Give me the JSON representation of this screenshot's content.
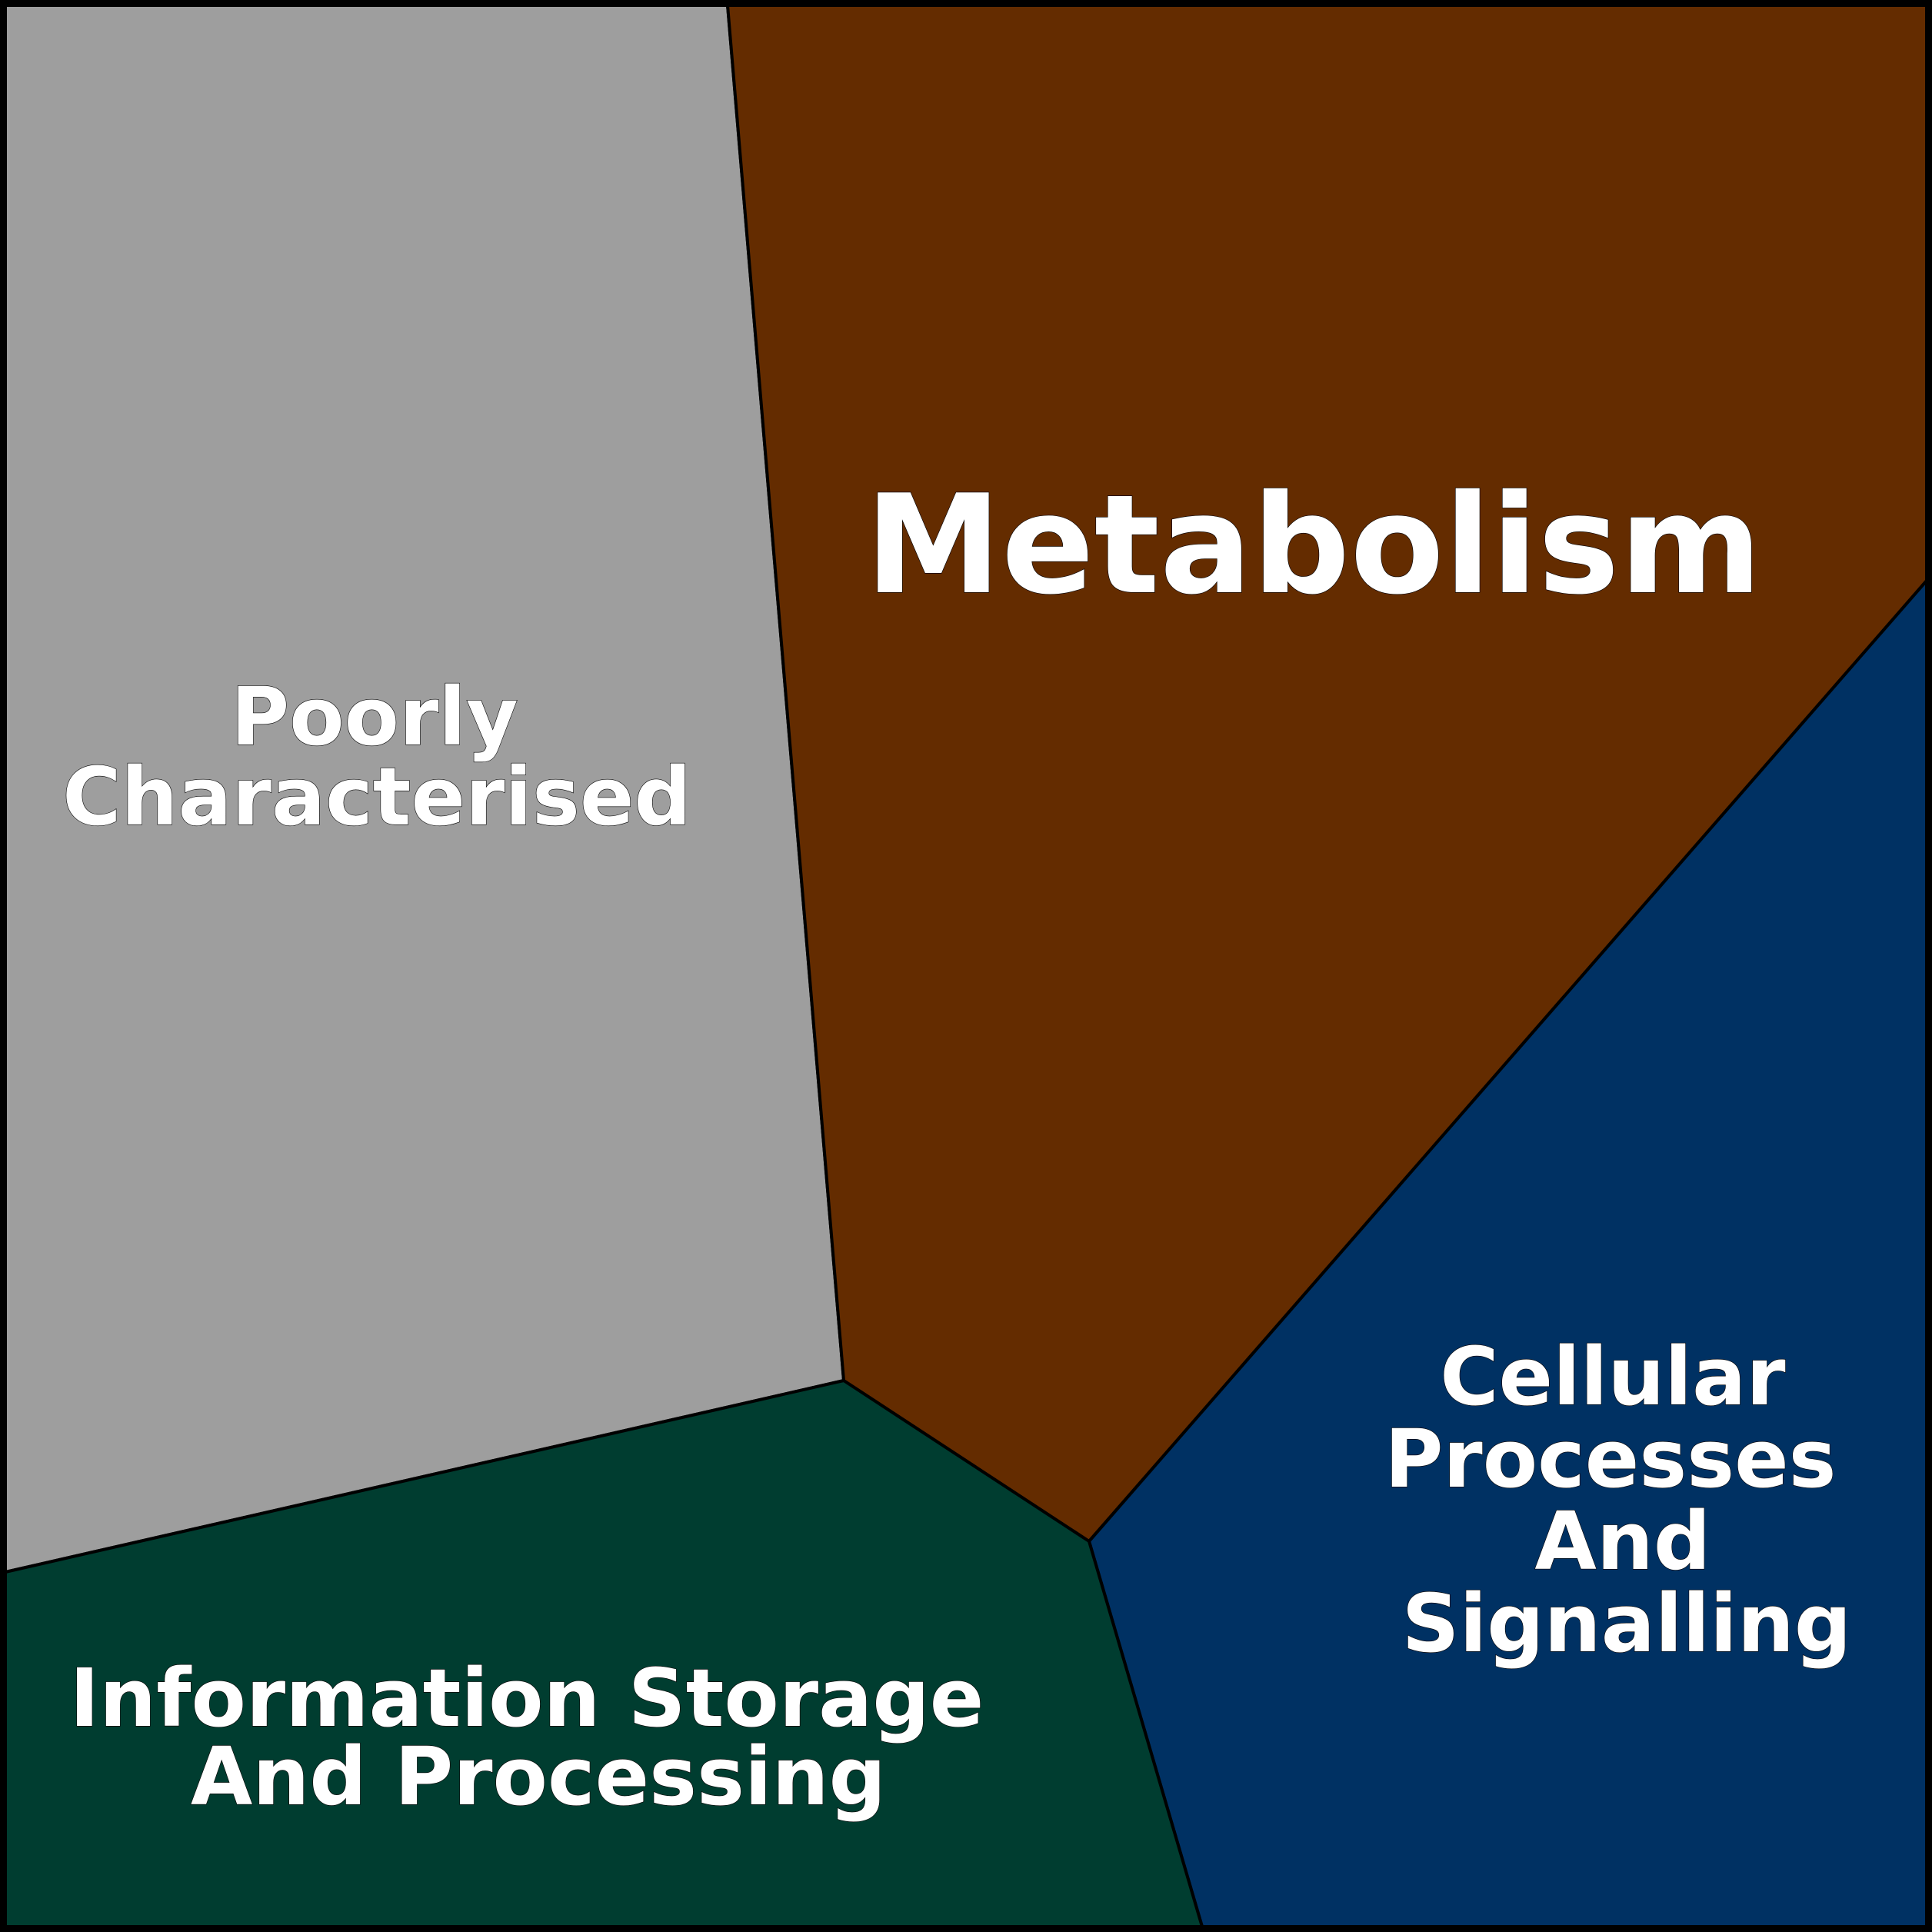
{
  "colors": {
    "poorly_characterised": "#9e9e9e",
    "metabolism": "#642c00",
    "cellular_processes_and_signalling": "#003163",
    "information_storage_and_processing": "#003d30",
    "border": "#000000",
    "text": "#ffffff"
  },
  "regions": {
    "poorly_characterised": {
      "lines": [
        "Poorly",
        "Characterised"
      ]
    },
    "metabolism": {
      "lines": [
        "Metabolism"
      ]
    },
    "cellular_processes_and_signalling": {
      "lines": [
        "Cellular",
        "Processes",
        "And",
        "Signalling"
      ]
    },
    "information_storage_and_processing": {
      "lines": [
        "Information Storage",
        "And Processing"
      ]
    }
  }
}
